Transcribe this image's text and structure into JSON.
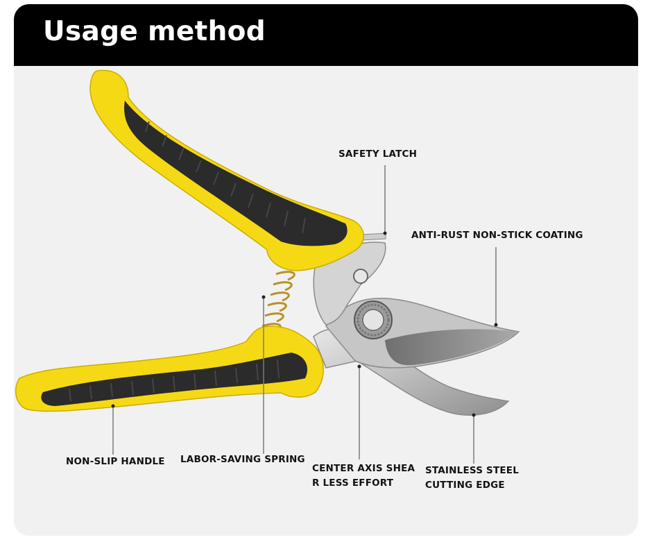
{
  "title": "Usage method",
  "colors": {
    "header_bg": "#000000",
    "panel_bg": "#f1f1f1",
    "handle_yellow": "#f6d915",
    "grip_black": "#2b2b2b",
    "blade_steel": "#b9b9b9"
  },
  "labels": {
    "safety_latch": "SAFETY LATCH",
    "coating": "ANTI-RUST NON-STICK COATING",
    "handle": "NON-SLIP HANDLE",
    "spring": "LABOR-SAVING SPRING",
    "axis_line1": "CENTER AXIS SHEA",
    "axis_line2": "R LESS EFFORT",
    "edge_line1": "STAINLESS STEEL",
    "edge_line2": "CUTTING EDGE"
  }
}
